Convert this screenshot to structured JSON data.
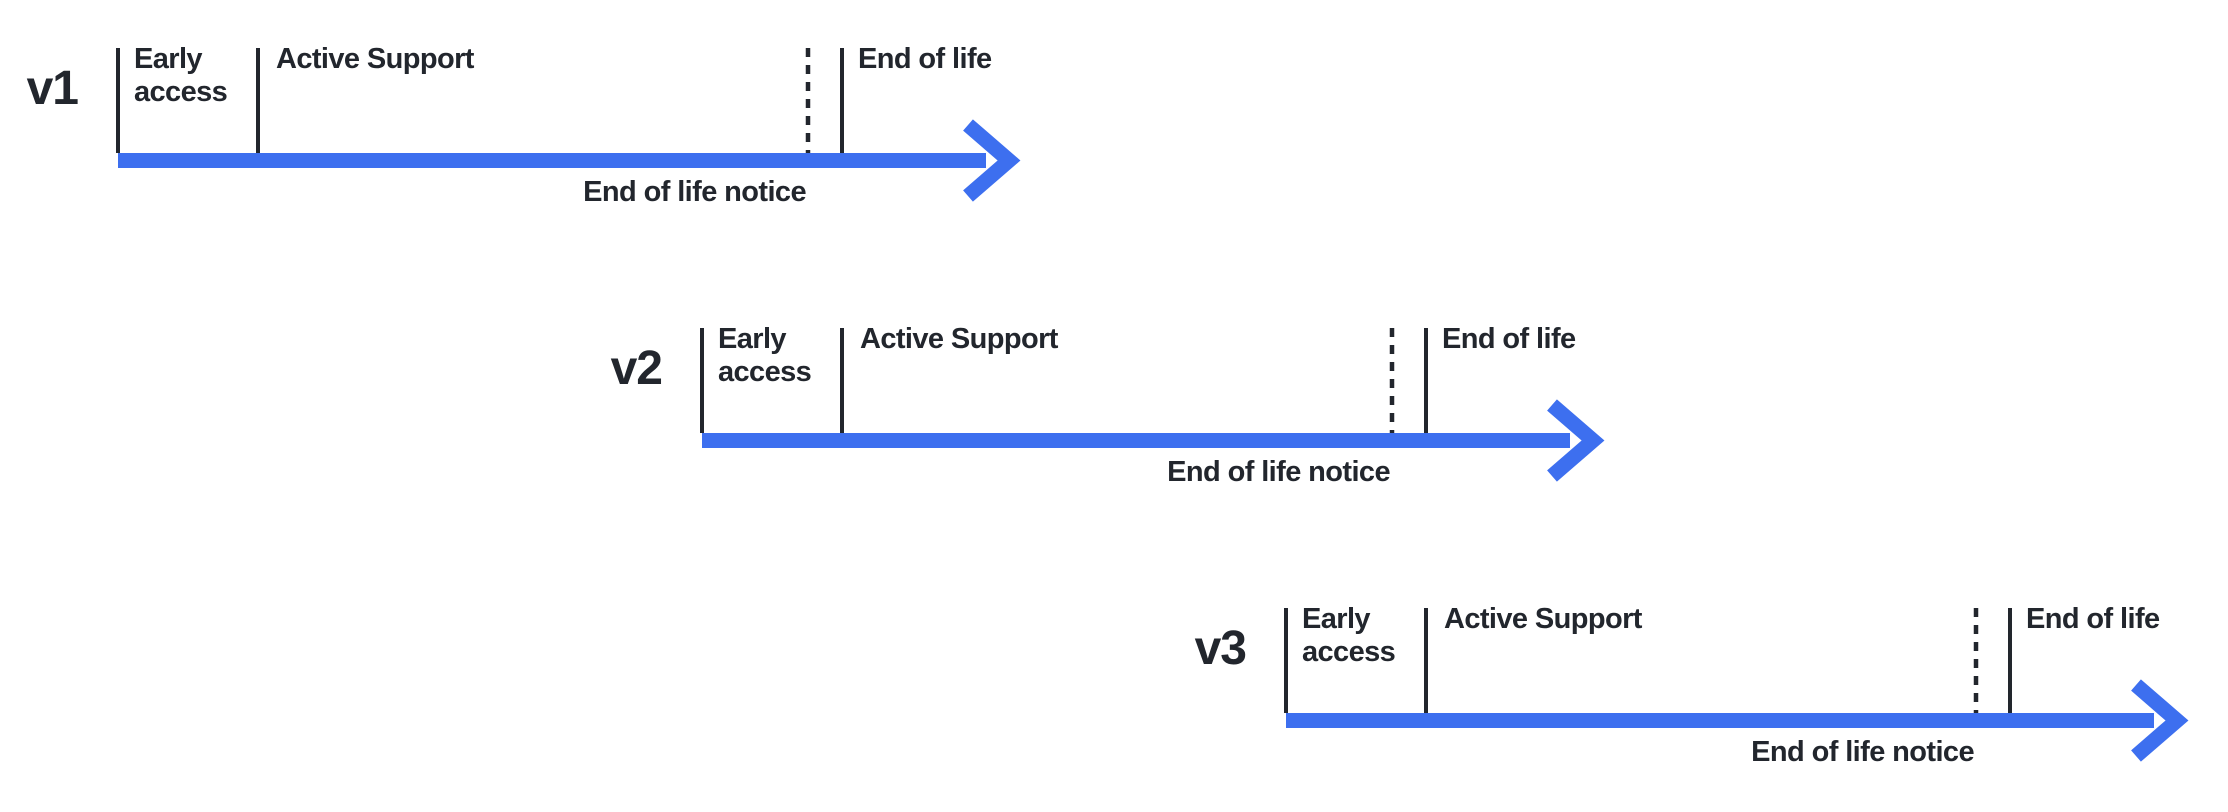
{
  "diagram": {
    "background": "#ffffff",
    "colors": {
      "arrow": "#3d6fef",
      "ink": "#22262d"
    },
    "timelines": [
      {
        "version": "v1",
        "labels": {
          "early_access": "Early access",
          "active_support": "Active Support",
          "end_of_life": "End of life",
          "end_of_life_notice": "End of life notice"
        }
      },
      {
        "version": "v2",
        "labels": {
          "early_access": "Early access",
          "active_support": "Active Support",
          "end_of_life": "End of life",
          "end_of_life_notice": "End of life notice"
        }
      },
      {
        "version": "v3",
        "labels": {
          "early_access": "Early access",
          "active_support": "Active Support",
          "end_of_life": "End of life",
          "end_of_life_notice": "End of life notice"
        }
      }
    ]
  }
}
